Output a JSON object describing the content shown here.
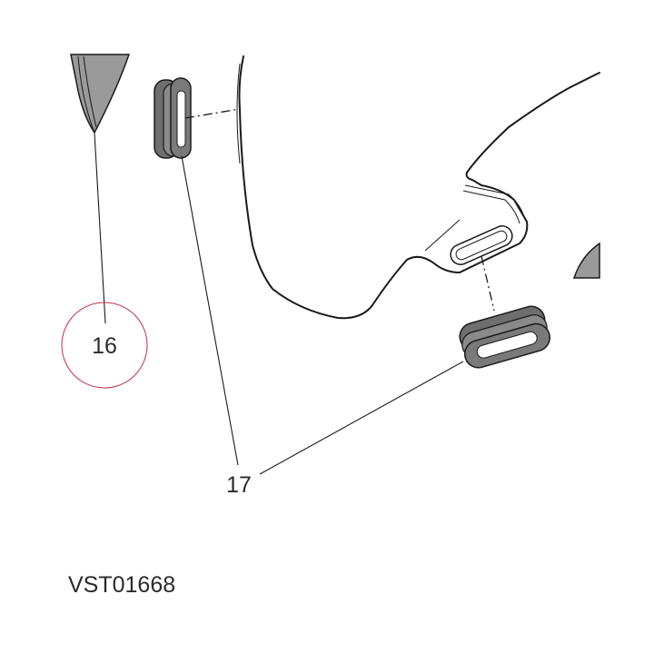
{
  "callouts": {
    "part_16": "16",
    "part_17": "17"
  },
  "reference_code": "VST01668",
  "colors": {
    "grommet_fill": "#7a7a7a",
    "grommet_dark": "#555555",
    "shade_fill": "#9a9a9a",
    "line": "#1a1a1a",
    "highlight_circle": "#c0304a"
  }
}
